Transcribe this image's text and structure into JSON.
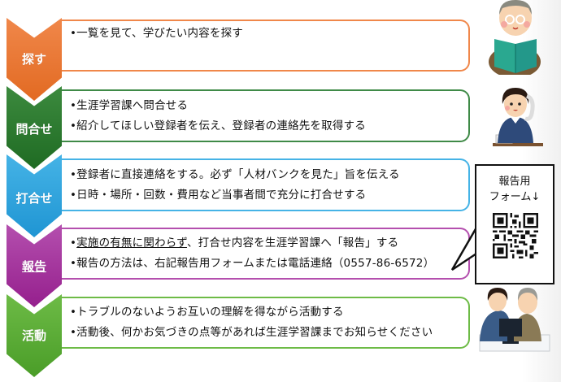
{
  "steps": [
    {
      "label": "探す",
      "color_top": "#f0874a",
      "color_bottom": "#e26a22",
      "border": "#f0874a",
      "lines": [
        "•一覧を見て、学びたい内容を探す"
      ]
    },
    {
      "label": "問合せ",
      "color_top": "#3c8a3e",
      "color_bottom": "#1f6b23",
      "border": "#3f8a47",
      "lines": [
        "•生涯学習課へ問合せる",
        "•紹介してほしい登録者を伝え、登録者の連絡先を取得する"
      ]
    },
    {
      "label": "打合せ",
      "color_top": "#45b3e6",
      "color_bottom": "#1f95d3",
      "border": "#45b3e6",
      "lines": [
        "•登録者に直接連絡をする。必ず「人材バンクを見た」旨を伝える",
        "•日時・場所・回数・費用など当事者間で充分に打合せする"
      ]
    },
    {
      "label": "報告",
      "color_top": "#b44fae",
      "color_bottom": "#951f8d",
      "border": "#b44fae",
      "line1_bullet": "•",
      "line1_underlined": "実施の有無に関わらず",
      "line1_rest": "、打合せ内容を生涯学習課へ「報告」する",
      "lines": [
        "•報告の方法は、右記報告用フォームまたは電話連絡（0557-86-6572）"
      ]
    },
    {
      "label": "活動",
      "color_top": "#6dbb46",
      "color_bottom": "#4a9d28",
      "border": "#6dbb46",
      "lines": [
        "•トラブルのないようお互いの理解を得ながら活動する",
        "•活動後、何かお気づきの点等があれば生涯学習課までお知らせください"
      ]
    }
  ],
  "callout": {
    "title_line1": "報告用",
    "title_line2": "フォーム↓",
    "qr_label": "qr-code"
  },
  "contact": {
    "phone": "0557-86-6572"
  }
}
